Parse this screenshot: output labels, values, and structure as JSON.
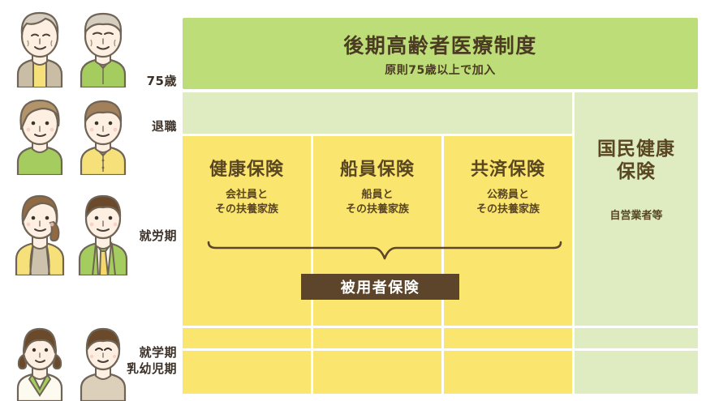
{
  "banner": {
    "title": "後期高齢者医療制度",
    "subtitle": "原則75歳以上で加入"
  },
  "stage_labels": [
    {
      "id": "age-75",
      "text": "75歳"
    },
    {
      "id": "retirement",
      "text": "退職"
    },
    {
      "id": "working",
      "text": "就労期"
    },
    {
      "id": "school",
      "text": "就学期"
    },
    {
      "id": "infancy",
      "text": "乳幼児期"
    }
  ],
  "employee_insurance": {
    "columns": [
      {
        "id": "health-insurance",
        "title": "健康保険",
        "sub_line1": "会社員と",
        "sub_line2": "その扶養家族"
      },
      {
        "id": "seamen-insurance",
        "title": "船員保険",
        "sub_line1": "船員と",
        "sub_line2": "その扶養家族"
      },
      {
        "id": "mutual-aid",
        "title": "共済保険",
        "sub_line1": "公務員と",
        "sub_line2": "その扶養家族"
      }
    ],
    "group_badge": "被用者保険"
  },
  "national_insurance": {
    "title_line1": "国民健康",
    "title_line2": "保険",
    "sub": "自営業者等"
  },
  "people_rows": [
    {
      "id": "elderly-couple",
      "female_label": "elderly-woman",
      "male_label": "elderly-man"
    },
    {
      "id": "retired-couple",
      "female_label": "middle-aged-woman",
      "male_label": "middle-aged-man"
    },
    {
      "id": "working-couple",
      "female_label": "working-woman",
      "male_label": "working-man"
    },
    {
      "id": "children",
      "female_label": "schoolgirl",
      "male_label": "schoolboy"
    }
  ],
  "colors": {
    "banner_green": "#bcdd78",
    "light_green": "#dfecc1",
    "yellow": "#fae56e",
    "badge_brown": "#5c452a",
    "text_brown": "#4a3b22"
  }
}
